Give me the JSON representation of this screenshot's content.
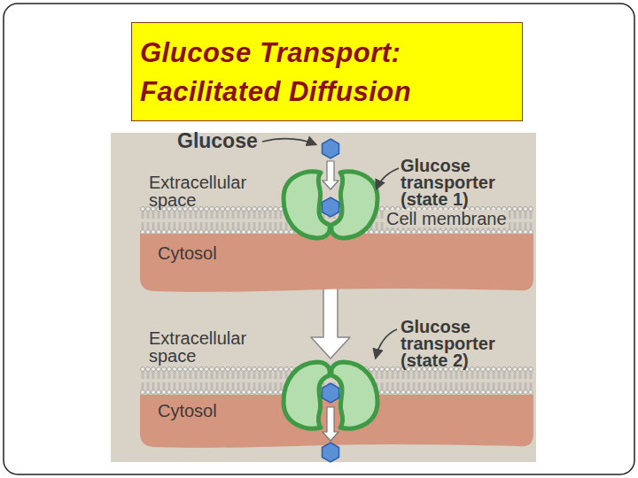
{
  "diagram": {
    "title": "Glucose Transport: Facilitated Diffusion",
    "nodes": [
      {
        "text": [
          "Glucose transporter (state 1)"
        ]
      },
      {
        "text": [
          "Cytosol"
        ]
      },
      {
        "text": [
          "Glucose transporter (state 2)"
        ]
      },
      {
        "text": [
          "Cytosol"
        ]
      }
    ],
    "edges": [
      {
        "from": 0,
        "to": 2,
        "arrow": "to"
      }
    ],
    "labels": [
      "Glucose",
      "Extracellular space",
      "Cell membrane",
      "Extracellular space"
    ]
  }
}
